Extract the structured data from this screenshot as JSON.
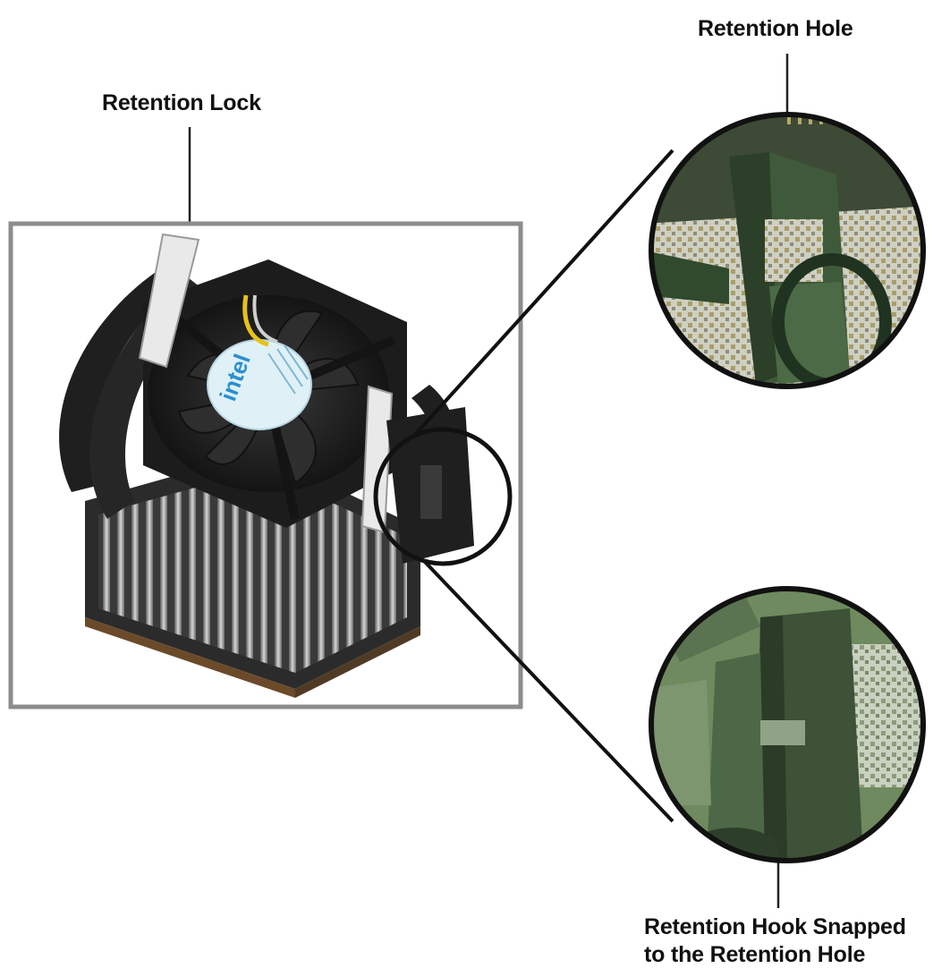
{
  "labels": {
    "retention_lock": "Retention Lock",
    "retention_hole": "Retention Hole",
    "retention_hook_line1": "Retention Hook Snapped",
    "retention_hook_line2": "to the Retention Hole"
  },
  "fan_sticker": {
    "brand": "intel"
  },
  "colors": {
    "frame": "#8c8c8c",
    "plastic": "#1e1e1e",
    "sticker": "#dff1f7",
    "sticker_text": "#2a8fd0",
    "socket_green": "#6f8a5e",
    "socket_green_dark": "#3d5236",
    "gold_pins": "#b7a86a"
  }
}
